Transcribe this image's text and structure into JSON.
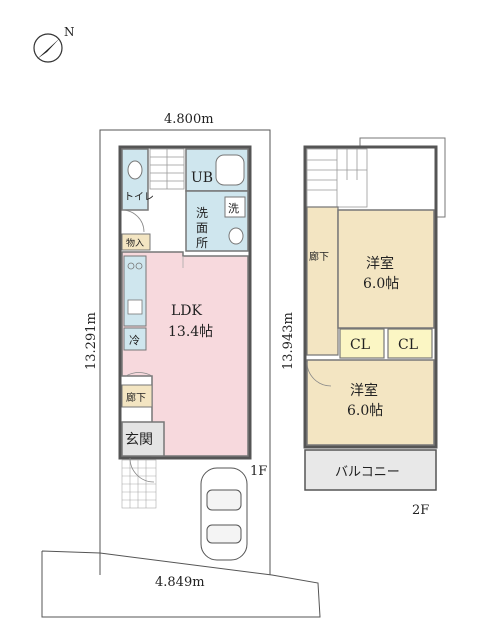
{
  "compass": {
    "north_label": "N"
  },
  "site": {
    "width_top": "4.800m",
    "width_bottom": "4.849m",
    "depth_1f": "13.291m",
    "depth_2f": "13.943m"
  },
  "floor1": {
    "floor_label": "1F",
    "toilet": "トイレ",
    "bath": "UB",
    "wash_mark": "洗",
    "washroom_lines": [
      "洗",
      "面",
      "所"
    ],
    "storage": "物入",
    "fridge": "冷",
    "ldk_name": "LDK",
    "ldk_size": "13.4帖",
    "hall": "廊下",
    "entrance": "玄関"
  },
  "floor2": {
    "floor_label": "2F",
    "hall": "廊下",
    "room1_name": "洋室",
    "room1_size": "6.0帖",
    "closet1": "CL",
    "closet2": "CL",
    "room2_name": "洋室",
    "room2_size": "6.0帖",
    "balcony": "バルコニー"
  },
  "colors": {
    "ldk": "#f7d9dd",
    "wet_area": "#cfe6ee",
    "tatami_beige": "#f3e5c2",
    "closet_yellow": "#fbf6c4",
    "balcony_gray": "#e8e8e8",
    "wall": "#555555"
  }
}
